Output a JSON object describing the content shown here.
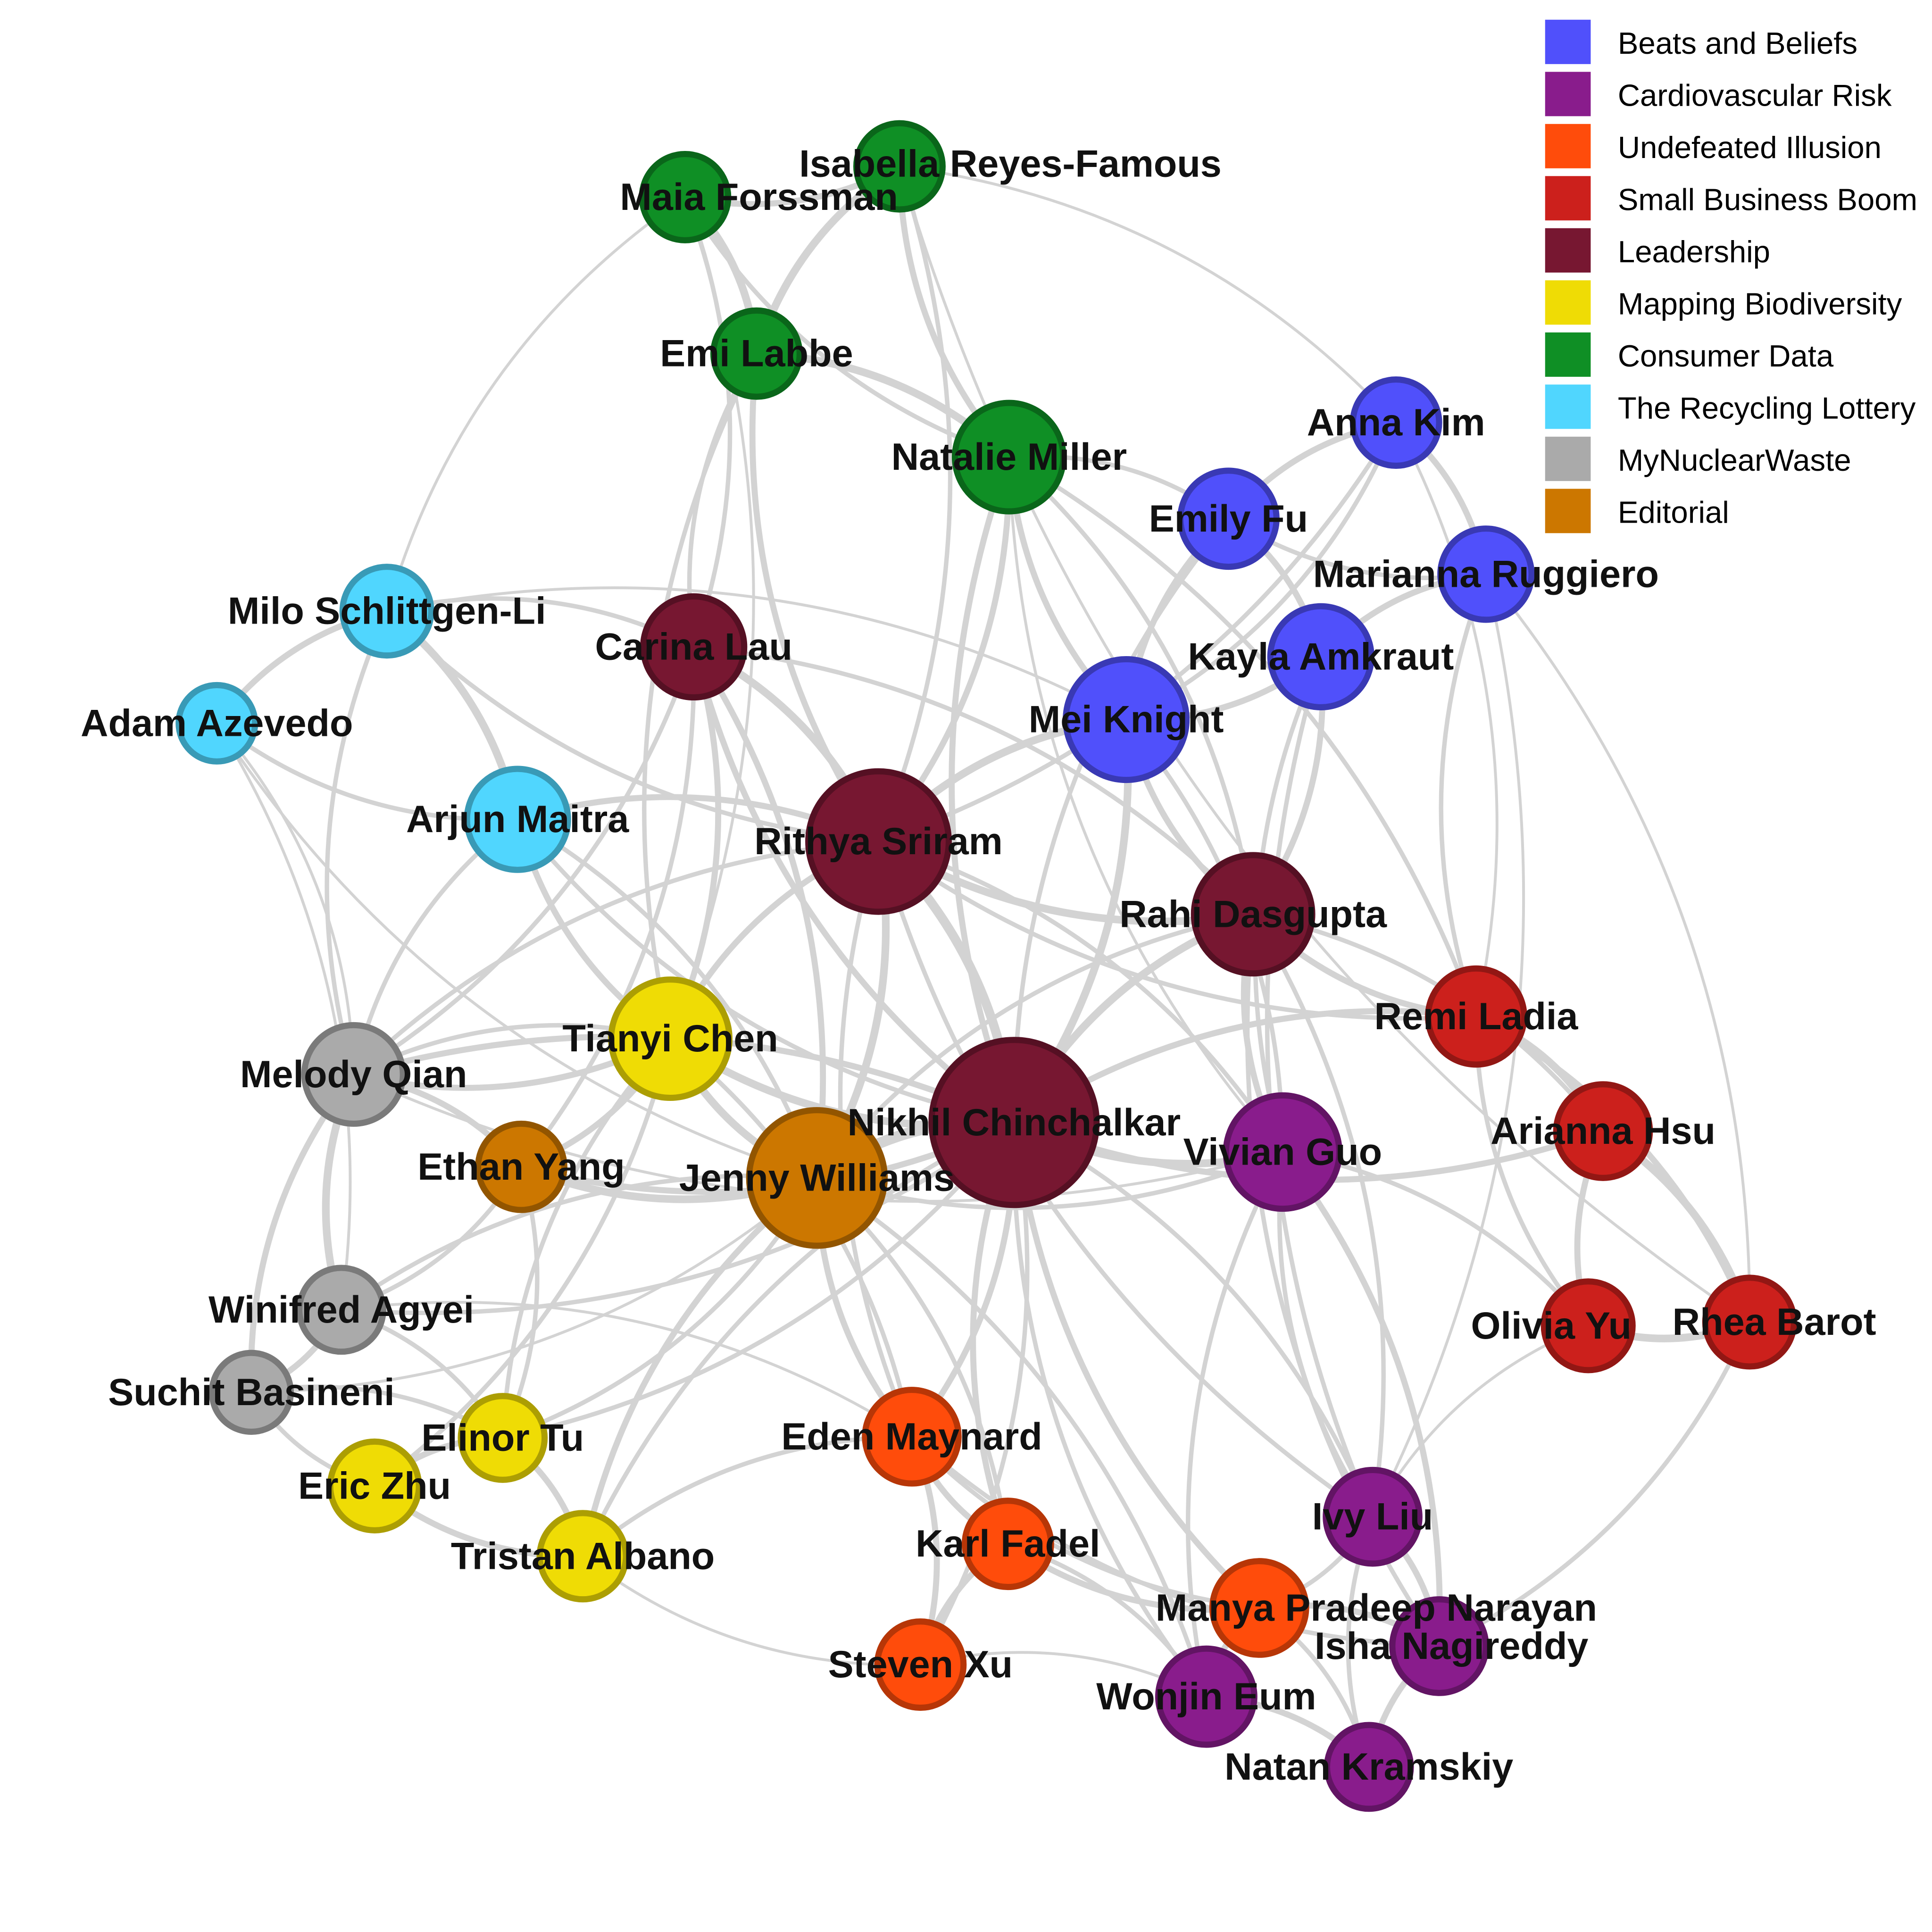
{
  "legend": [
    {
      "label": "Beats and Beliefs",
      "color": "#5050fb"
    },
    {
      "label": "Cardiovascular Risk",
      "color": "#891c8c"
    },
    {
      "label": "Undefeated Illusion",
      "color": "#ff4c0b"
    },
    {
      "label": "Small Business Boom",
      "color": "#cc201c"
    },
    {
      "label": "Leadership",
      "color": "#771731"
    },
    {
      "label": "Mapping Biodiversity",
      "color": "#efdc05"
    },
    {
      "label": "Consumer Data",
      "color": "#0f8f25"
    },
    {
      "label": "The Recycling Lottery",
      "color": "#50d6fe"
    },
    {
      "label": "MyNuclearWaste",
      "color": "#aaaaaa"
    },
    {
      "label": "Editorial",
      "color": "#cc7700"
    }
  ],
  "nodes": [
    {
      "name": "Isabella Reyes-Famous",
      "group": 6
    },
    {
      "name": "Maia Forssman",
      "group": 6
    },
    {
      "name": "Emi Labbe",
      "group": 6
    },
    {
      "name": "Natalie Miller",
      "group": 6
    },
    {
      "name": "Anna Kim",
      "group": 0
    },
    {
      "name": "Emily Fu",
      "group": 0
    },
    {
      "name": "Marianna Ruggiero",
      "group": 0
    },
    {
      "name": "Kayla Amkraut",
      "group": 0
    },
    {
      "name": "Mei Knight",
      "group": 0
    },
    {
      "name": "Milo Schlittgen-Li",
      "group": 7
    },
    {
      "name": "Adam Azevedo",
      "group": 7
    },
    {
      "name": "Arjun Maitra",
      "group": 7
    },
    {
      "name": "Carina Lau",
      "group": 4
    },
    {
      "name": "Rithya Sriram",
      "group": 4
    },
    {
      "name": "Rahi Dasgupta",
      "group": 4
    },
    {
      "name": "Nikhil Chinchalkar",
      "group": 4
    },
    {
      "name": "Remi Ladia",
      "group": 3
    },
    {
      "name": "Arianna Hsu",
      "group": 3
    },
    {
      "name": "Olivia Yu",
      "group": 3
    },
    {
      "name": "Rhea Barot",
      "group": 3
    },
    {
      "name": "Vivian Guo",
      "group": 1
    },
    {
      "name": "Ivy Liu",
      "group": 1
    },
    {
      "name": "Isha Nagireddy",
      "group": 1
    },
    {
      "name": "Wonjin Eum",
      "group": 1
    },
    {
      "name": "Natan Kramskiy",
      "group": 1
    },
    {
      "name": "Manya Pradeep Narayan",
      "group": 2
    },
    {
      "name": "Eden Maynard",
      "group": 2
    },
    {
      "name": "Karl Fadel",
      "group": 2
    },
    {
      "name": "Steven Xu",
      "group": 2
    },
    {
      "name": "Tianyi Chen",
      "group": 5
    },
    {
      "name": "Elinor Tu",
      "group": 5
    },
    {
      "name": "Eric Zhu",
      "group": 5
    },
    {
      "name": "Tristan Albano",
      "group": 5
    },
    {
      "name": "Melody Qian",
      "group": 8
    },
    {
      "name": "Winifred Agyei",
      "group": 8
    },
    {
      "name": "Suchit Basineni",
      "group": 8
    },
    {
      "name": "Ethan Yang",
      "group": 9
    },
    {
      "name": "Jenny Williams",
      "group": 9
    }
  ],
  "edges": [
    [
      0,
      1,
      3
    ],
    [
      0,
      2,
      4
    ],
    [
      1,
      2,
      4
    ],
    [
      0,
      3,
      3
    ],
    [
      2,
      3,
      4
    ],
    [
      1,
      3,
      2
    ],
    [
      0,
      4,
      1
    ],
    [
      1,
      9,
      1
    ],
    [
      1,
      12,
      2
    ],
    [
      2,
      12,
      2
    ],
    [
      0,
      13,
      2
    ],
    [
      2,
      13,
      3
    ],
    [
      3,
      13,
      3
    ],
    [
      3,
      8,
      3
    ],
    [
      3,
      5,
      2
    ],
    [
      3,
      15,
      3
    ],
    [
      3,
      14,
      2
    ],
    [
      2,
      29,
      2
    ],
    [
      1,
      29,
      1
    ],
    [
      4,
      5,
      3
    ],
    [
      4,
      6,
      3
    ],
    [
      5,
      6,
      2
    ],
    [
      5,
      7,
      3
    ],
    [
      6,
      7,
      3
    ],
    [
      7,
      8,
      3
    ],
    [
      5,
      8,
      3
    ],
    [
      4,
      8,
      2
    ],
    [
      8,
      13,
      4
    ],
    [
      8,
      15,
      4
    ],
    [
      8,
      14,
      3
    ],
    [
      7,
      14,
      3
    ],
    [
      6,
      16,
      2
    ],
    [
      4,
      16,
      1
    ],
    [
      7,
      20,
      2
    ],
    [
      6,
      19,
      1
    ],
    [
      5,
      15,
      2
    ],
    [
      4,
      13,
      2
    ],
    [
      9,
      10,
      3
    ],
    [
      9,
      11,
      4
    ],
    [
      10,
      11,
      2
    ],
    [
      9,
      12,
      2
    ],
    [
      9,
      33,
      2
    ],
    [
      10,
      33,
      1
    ],
    [
      11,
      29,
      3
    ],
    [
      11,
      13,
      3
    ],
    [
      11,
      15,
      2
    ],
    [
      9,
      8,
      1
    ],
    [
      10,
      37,
      1
    ],
    [
      11,
      37,
      2
    ],
    [
      9,
      13,
      2
    ],
    [
      12,
      13,
      4
    ],
    [
      12,
      15,
      3
    ],
    [
      12,
      14,
      2
    ],
    [
      13,
      14,
      4
    ],
    [
      13,
      15,
      5
    ],
    [
      14,
      15,
      4
    ],
    [
      12,
      29,
      3
    ],
    [
      13,
      29,
      3
    ],
    [
      13,
      37,
      4
    ],
    [
      14,
      37,
      2
    ],
    [
      12,
      36,
      2
    ],
    [
      13,
      33,
      2
    ],
    [
      12,
      33,
      2
    ],
    [
      15,
      37,
      6
    ],
    [
      15,
      29,
      4
    ],
    [
      15,
      20,
      4
    ],
    [
      15,
      16,
      3
    ],
    [
      15,
      17,
      3
    ],
    [
      15,
      26,
      3
    ],
    [
      15,
      27,
      3
    ],
    [
      15,
      28,
      2
    ],
    [
      15,
      23,
      2
    ],
    [
      15,
      21,
      2
    ],
    [
      15,
      25,
      3
    ],
    [
      15,
      36,
      3
    ],
    [
      15,
      33,
      3
    ],
    [
      15,
      34,
      2
    ],
    [
      15,
      32,
      2
    ],
    [
      15,
      30,
      2
    ],
    [
      14,
      16,
      3
    ],
    [
      14,
      17,
      2
    ],
    [
      14,
      20,
      3
    ],
    [
      14,
      21,
      2
    ],
    [
      14,
      22,
      2
    ],
    [
      16,
      17,
      4
    ],
    [
      17,
      18,
      3
    ],
    [
      17,
      19,
      4
    ],
    [
      18,
      19,
      4
    ],
    [
      16,
      19,
      3
    ],
    [
      16,
      18,
      2
    ],
    [
      20,
      18,
      2
    ],
    [
      20,
      21,
      2
    ],
    [
      19,
      22,
      2
    ],
    [
      18,
      21,
      1
    ],
    [
      20,
      22,
      3
    ],
    [
      20,
      23,
      2
    ],
    [
      21,
      22,
      3
    ],
    [
      22,
      24,
      3
    ],
    [
      23,
      24,
      3
    ],
    [
      22,
      25,
      3
    ],
    [
      23,
      25,
      3
    ],
    [
      24,
      25,
      2
    ],
    [
      21,
      25,
      2
    ],
    [
      21,
      24,
      2
    ],
    [
      25,
      27,
      3
    ],
    [
      26,
      27,
      3
    ],
    [
      26,
      28,
      3
    ],
    [
      27,
      28,
      3
    ],
    [
      27,
      23,
      2
    ],
    [
      26,
      25,
      2
    ],
    [
      28,
      23,
      1
    ],
    [
      26,
      22,
      2
    ],
    [
      29,
      36,
      3
    ],
    [
      29,
      37,
      4
    ],
    [
      29,
      33,
      3
    ],
    [
      36,
      37,
      4
    ],
    [
      33,
      36,
      3
    ],
    [
      33,
      34,
      4
    ],
    [
      34,
      35,
      3
    ],
    [
      33,
      35,
      3
    ],
    [
      34,
      37,
      2
    ],
    [
      35,
      37,
      1
    ],
    [
      36,
      30,
      2
    ],
    [
      30,
      31,
      3
    ],
    [
      30,
      32,
      3
    ],
    [
      31,
      32,
      3
    ],
    [
      31,
      35,
      2
    ],
    [
      30,
      34,
      2
    ],
    [
      32,
      37,
      3
    ],
    [
      30,
      37,
      2
    ],
    [
      32,
      26,
      2
    ],
    [
      32,
      28,
      1
    ],
    [
      30,
      29,
      2
    ],
    [
      31,
      29,
      2
    ],
    [
      29,
      26,
      2
    ],
    [
      37,
      26,
      3
    ],
    [
      37,
      27,
      2
    ],
    [
      37,
      20,
      2
    ],
    [
      33,
      29,
      2
    ],
    [
      34,
      36,
      2
    ],
    [
      35,
      30,
      2
    ],
    [
      13,
      26,
      2
    ],
    [
      13,
      20,
      2
    ],
    [
      13,
      16,
      2
    ],
    [
      12,
      37,
      3
    ],
    [
      11,
      33,
      2
    ],
    [
      10,
      34,
      1
    ],
    [
      3,
      20,
      1
    ],
    [
      8,
      20,
      2
    ],
    [
      7,
      21,
      2
    ],
    [
      6,
      21,
      1
    ],
    [
      0,
      19,
      1
    ],
    [
      3,
      16,
      2
    ],
    [
      13,
      21,
      2
    ],
    [
      37,
      23,
      2
    ],
    [
      33,
      20,
      1
    ],
    [
      34,
      26,
      1
    ]
  ]
}
